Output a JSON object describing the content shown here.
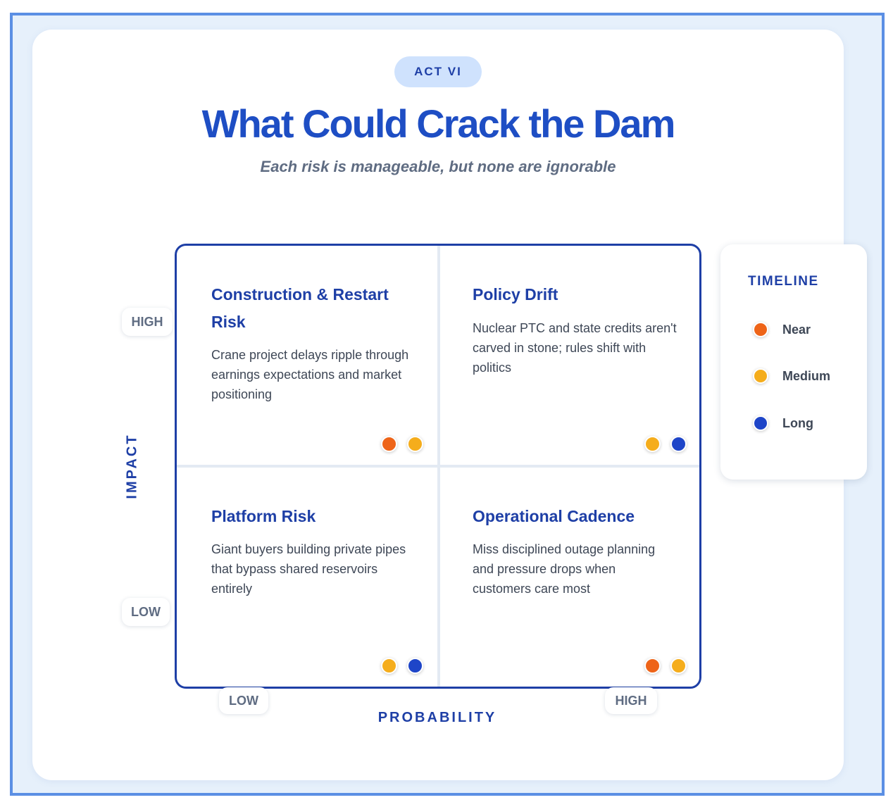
{
  "header": {
    "badge": "ACT VI",
    "title": "What Could Crack the Dam",
    "subtitle": "Each risk is manageable, but none are ignorable"
  },
  "axes": {
    "y_label": "IMPACT",
    "y_high": "HIGH",
    "y_low": "LOW",
    "x_label": "PROBABILITY",
    "x_low": "LOW",
    "x_high": "HIGH"
  },
  "quadrants": [
    {
      "title": "Construction & Restart Risk",
      "text": "Crane project delays ripple through earnings expectations and market positioning",
      "timelines": [
        "Near",
        "Medium"
      ]
    },
    {
      "title": "Policy Drift",
      "text": "Nuclear PTC and state credits aren't carved in stone; rules shift with politics",
      "timelines": [
        "Medium",
        "Long"
      ]
    },
    {
      "title": "Platform Risk",
      "text": "Giant buyers building private pipes that bypass shared reservoirs entirely",
      "timelines": [
        "Medium",
        "Long"
      ]
    },
    {
      "title": "Operational Cadence",
      "text": "Miss disciplined outage planning and pressure drops when customers care most",
      "timelines": [
        "Near",
        "Medium"
      ]
    }
  ],
  "legend": {
    "title": "TIMELINE",
    "items": [
      {
        "label": "Near",
        "color": "#ee6418"
      },
      {
        "label": "Medium",
        "color": "#f5ad1c"
      },
      {
        "label": "Long",
        "color": "#1e45c8"
      }
    ]
  }
}
